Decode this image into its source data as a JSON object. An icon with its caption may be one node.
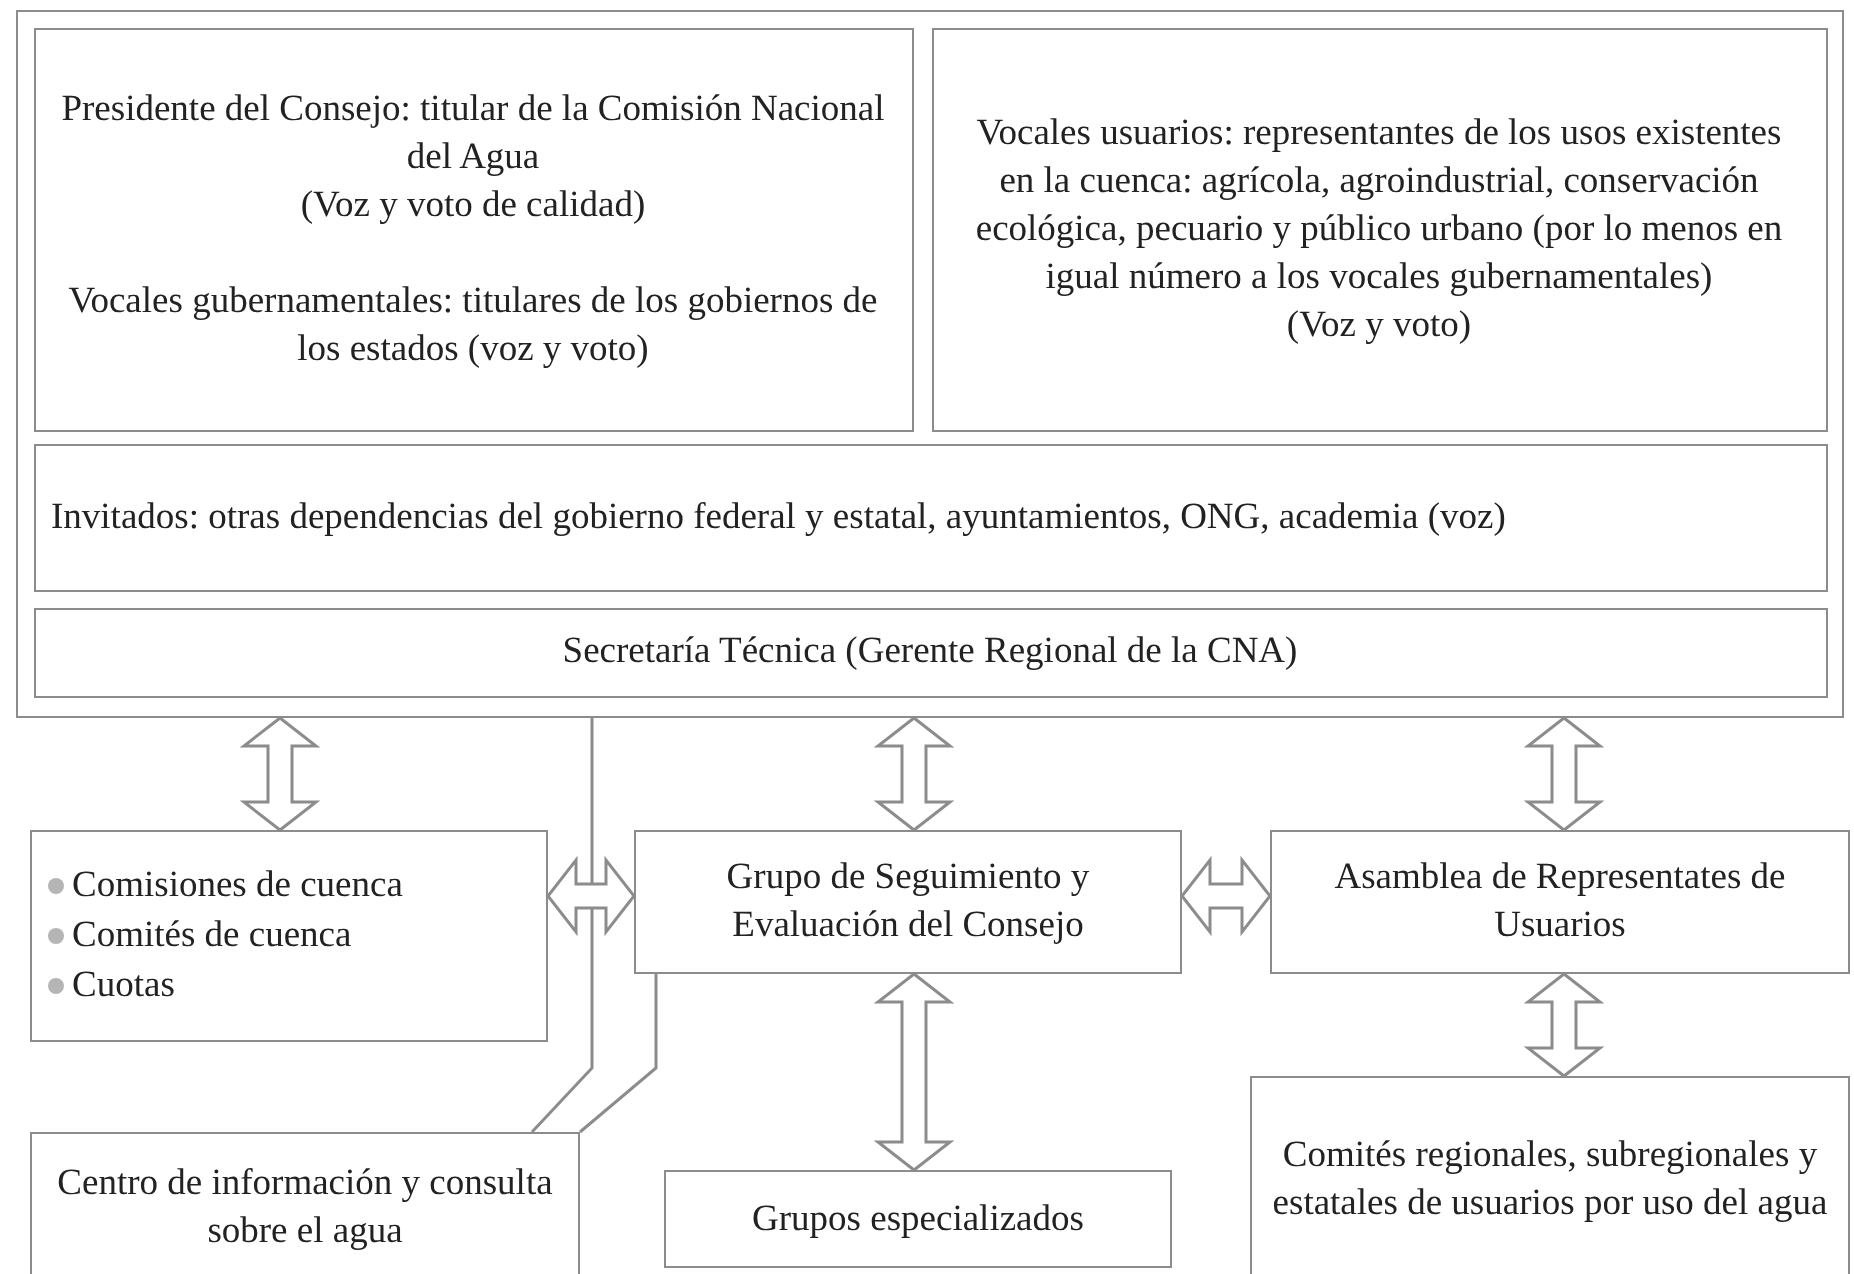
{
  "diagram": {
    "nodes": [
      {
        "text": [],
        "shape": "box"
      },
      {
        "text": [
          "Presidente del Consejo: titular de la Comisión Nacional del Agua",
          "(Voz y voto de calidad)",
          "Vocales gubernamentales: titulares de los gobiernos de los estados (voz y voto)"
        ],
        "in": 0
      },
      {
        "text": [
          "Vocales usuarios: representantes de los usos existentes en la cuenca: agrícola, agroindustrial, conservación ecológica, pecuario y público urbano (por lo menos en igual número a los vocales gubernamentales)",
          "(Voz y voto)"
        ],
        "in": 0
      },
      {
        "text": [
          "Invitados: otras dependencias del gobierno federal y estatal, ayuntamientos, ONG, academia (voz)"
        ],
        "in": 0
      },
      {
        "text": [
          "Secretaría Técnica (Gerente Regional de la CNA)"
        ],
        "in": 0
      },
      {
        "text": [
          "Comisiones de cuenca",
          "Comités de cuenca",
          "Cuotas"
        ]
      },
      {
        "text": [
          "Grupo de Seguimiento y Evaluación del Consejo"
        ]
      },
      {
        "text": [
          "Asamblea de Representates de Usuarios"
        ]
      },
      {
        "text": [
          "Centro de información y consulta sobre el agua"
        ]
      },
      {
        "text": [
          "Grupos especializados"
        ]
      },
      {
        "text": [
          "Comités regionales, subregionales y estatales de usuarios por uso del agua"
        ]
      }
    ],
    "edges": [
      {
        "from": 0,
        "to": 5,
        "arrow": "both"
      },
      {
        "from": 0,
        "to": 6,
        "arrow": "both"
      },
      {
        "from": 0,
        "to": 7,
        "arrow": "both"
      },
      {
        "from": 5,
        "to": 6,
        "arrow": "both"
      },
      {
        "from": 6,
        "to": 7,
        "arrow": "both"
      },
      {
        "from": 6,
        "to": 9,
        "arrow": "both"
      },
      {
        "from": 7,
        "to": 10,
        "arrow": "both"
      },
      {
        "from": 4,
        "to": 8,
        "arrow": "none"
      },
      {
        "from": 6,
        "to": 8,
        "arrow": "none"
      }
    ]
  }
}
